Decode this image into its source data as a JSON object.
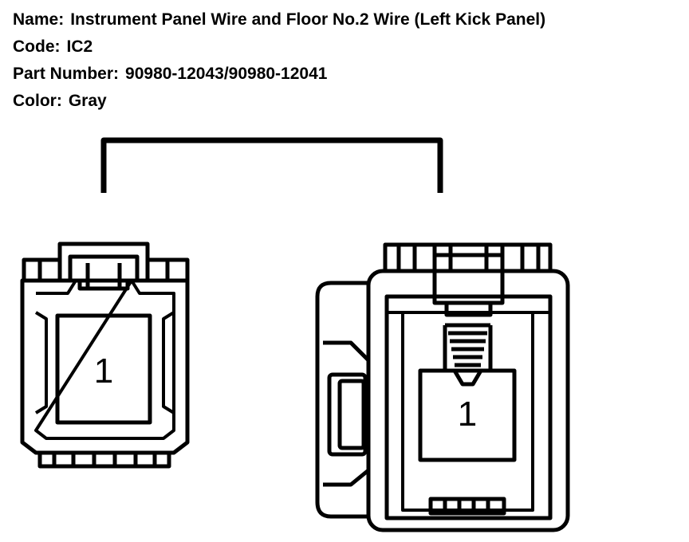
{
  "info": {
    "name_label": "Name:",
    "name_value": "Instrument Panel Wire and Floor No.2 Wire (Left Kick Panel)",
    "code_label": "Code:",
    "code_value": "IC2",
    "part_label": "Part Number:",
    "part_value": "90980-12043/90980-12041",
    "color_label": "Color:",
    "color_value": "Gray"
  },
  "connectors": {
    "left_pin": "1",
    "right_pin": "1"
  },
  "colors": {
    "line": "#000000",
    "background": "#ffffff"
  }
}
